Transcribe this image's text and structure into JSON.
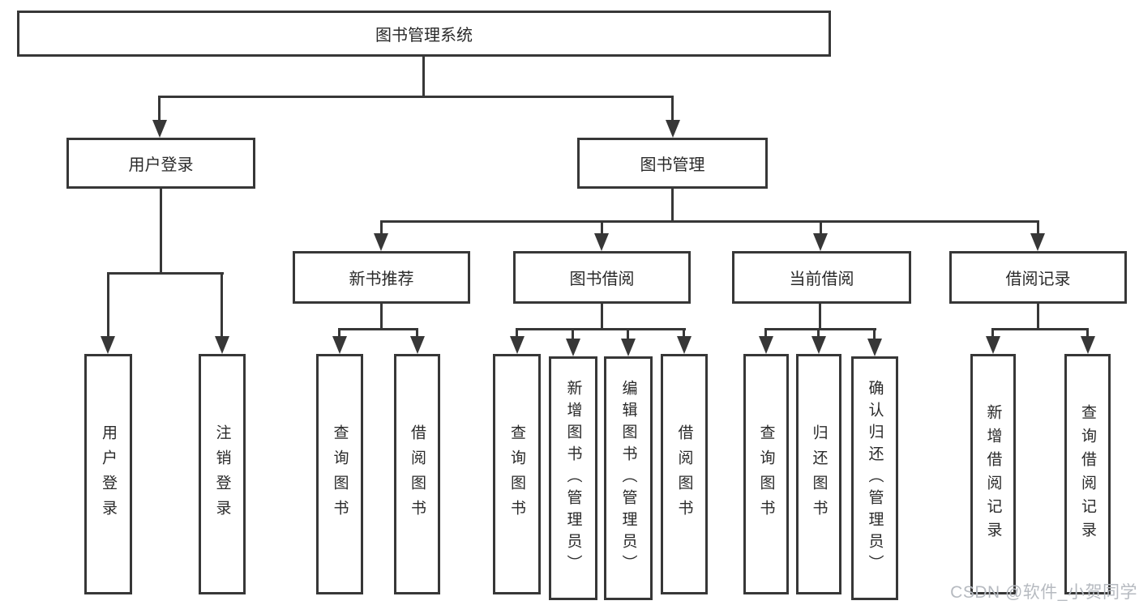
{
  "diagram_title": "图书管理系统",
  "tree": {
    "root_label": "图书管理系统",
    "children": [
      {
        "label": "用户登录",
        "children": [
          {
            "label": "用户登录"
          },
          {
            "label": "注销登录"
          }
        ]
      },
      {
        "label": "图书管理",
        "children": [
          {
            "label": "新书推荐",
            "children": [
              {
                "label": "查询图书"
              },
              {
                "label": "借阅图书"
              }
            ]
          },
          {
            "label": "图书借阅",
            "children": [
              {
                "label": "查询图书"
              },
              {
                "label": "新增图书（管理员）"
              },
              {
                "label": "编辑图书（管理员）"
              },
              {
                "label": "借阅图书"
              }
            ]
          },
          {
            "label": "当前借阅",
            "children": [
              {
                "label": "查询图书"
              },
              {
                "label": "归还图书"
              },
              {
                "label": "确认归还（管理员）"
              }
            ]
          },
          {
            "label": "借阅记录",
            "children": [
              {
                "label": "新增借阅记录"
              },
              {
                "label": "查询借阅记录"
              }
            ]
          }
        ]
      }
    ]
  },
  "watermark": {
    "text": "CSDN @软件_小贺同学",
    "color": "#b6bac0"
  },
  "colors": {
    "line": "#373737",
    "box_border": "#373737",
    "box_fill": "#ffffff",
    "text": "#2a2a2a",
    "background": "#ffffff"
  }
}
